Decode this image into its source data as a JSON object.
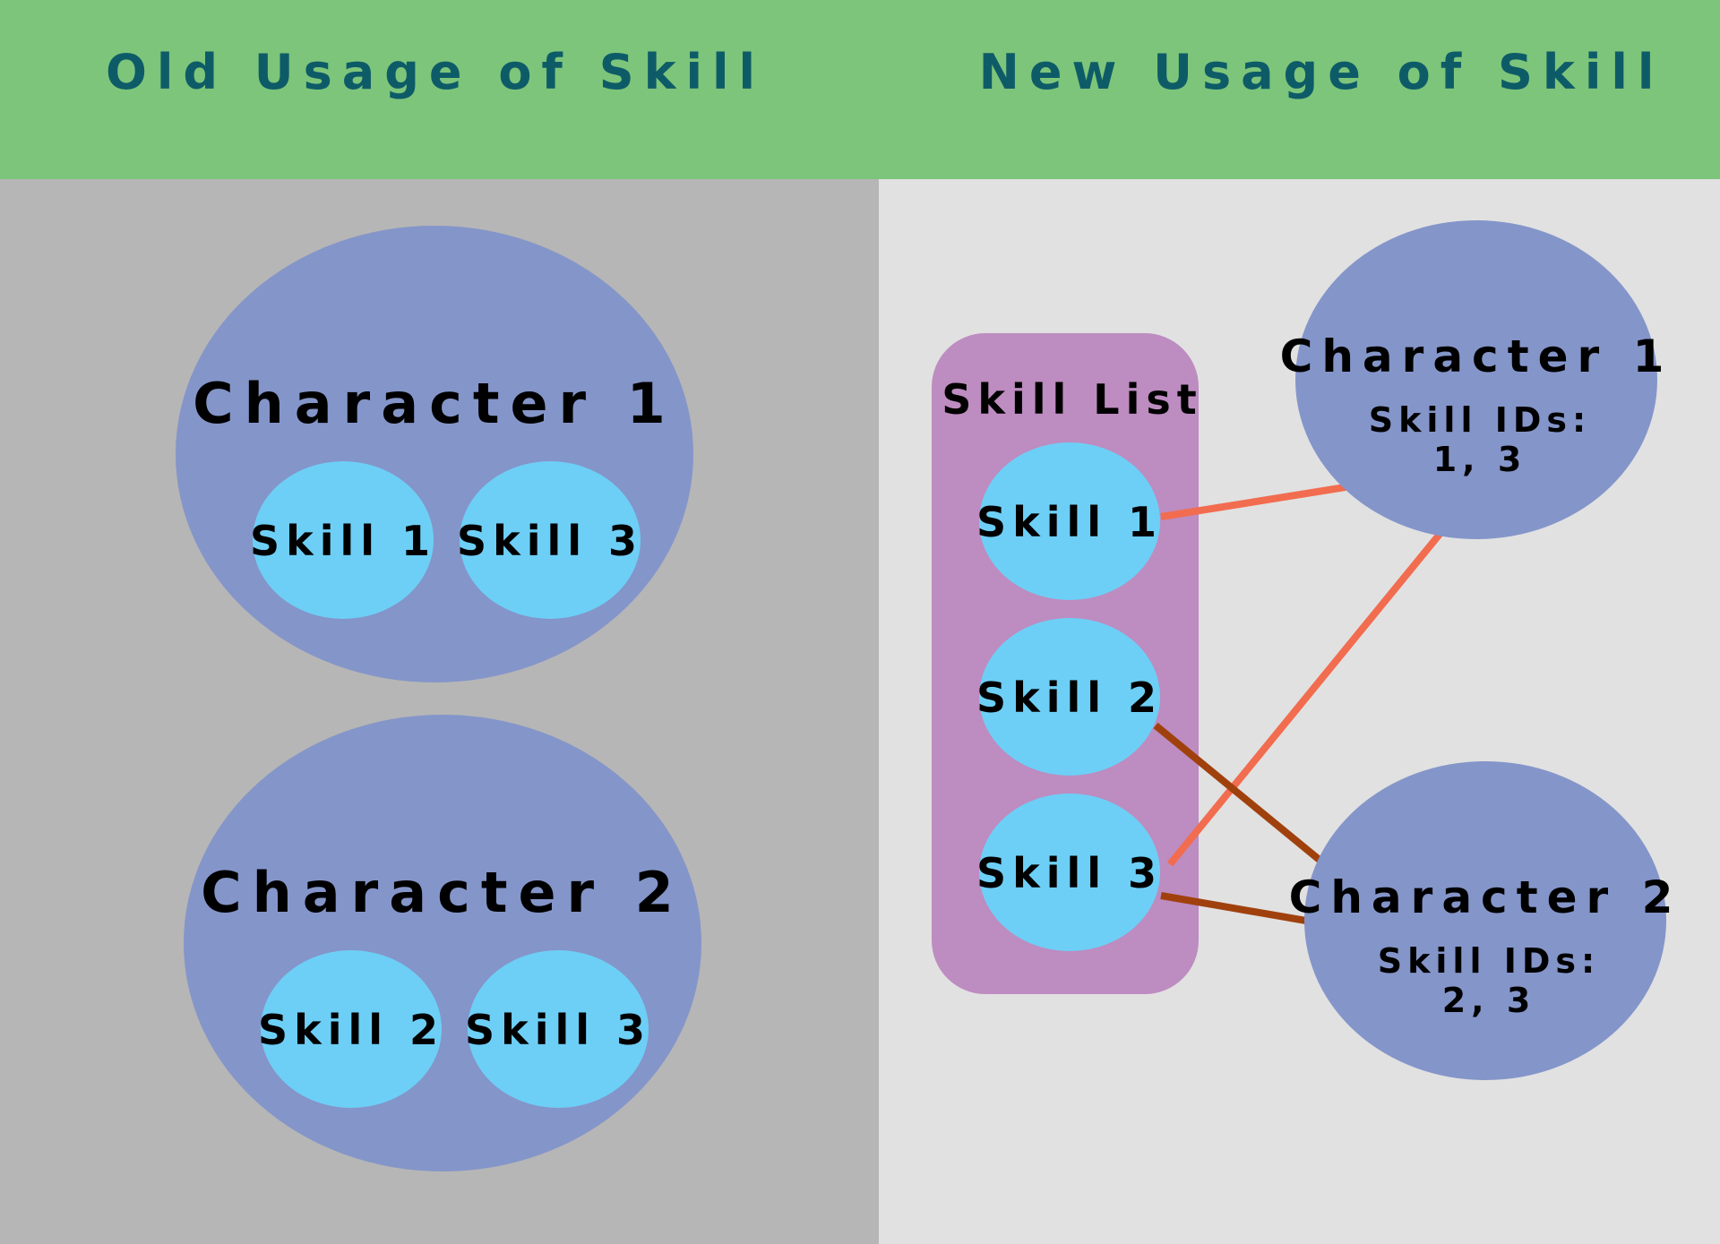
{
  "header": {
    "left_title": "Old Usage of Skill",
    "right_title": "New Usage of Skill"
  },
  "old_usage": {
    "characters": [
      {
        "label": "Character 1",
        "skills": [
          "Skill 1",
          "Skill 3"
        ]
      },
      {
        "label": "Character 2",
        "skills": [
          "Skill 2",
          "Skill 3"
        ]
      }
    ]
  },
  "new_usage": {
    "skill_list": {
      "title": "Skill List",
      "skills": [
        "Skill 1",
        "Skill 2",
        "Skill 3"
      ]
    },
    "characters": [
      {
        "label": "Character 1",
        "ids_label": "Skill IDs:",
        "ids_value": "1, 3"
      },
      {
        "label": "Character 2",
        "ids_label": "Skill IDs:",
        "ids_value": "2, 3"
      }
    ]
  },
  "colors": {
    "header_bg": "#7dc57a",
    "header_text": "#0e5b68",
    "old_panel_bg": "#b6b6b6",
    "new_panel_bg": "#e1e1e1",
    "character_fill": "#8495c9",
    "skill_fill": "#6dcff6",
    "skill_list_fill": "#bd8cc0",
    "link_character_1": "#f26c4f",
    "link_character_2": "#a0410d",
    "text_dark": "#000000"
  }
}
